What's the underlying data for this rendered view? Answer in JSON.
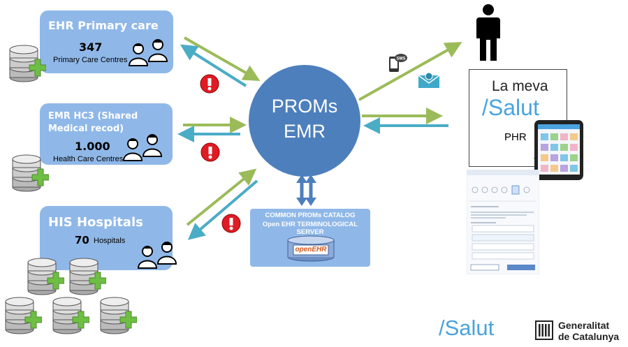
{
  "ehr_primary": {
    "title": "EHR Primary care",
    "count": "347",
    "subtitle": "Primary Care Centres"
  },
  "emr_hc3": {
    "title_line1": "EMR HC3 (Shared",
    "title_line2": "Medical recod)",
    "count": "1.000",
    "subtitle": "Health Care Centres"
  },
  "his": {
    "title": "HIS Hospitals",
    "count": "70",
    "subtitle": "Hospitals"
  },
  "center": {
    "line1": "PROMs",
    "line2": "EMR"
  },
  "catalog": {
    "line1": "COMMON PROMs CATALOG",
    "line2": "Open EHR TERMINOLOGICAL SERVER",
    "logo": "openEHR"
  },
  "phr": {
    "line1": "La meva",
    "line2": "/Salut",
    "label": "PHR",
    "dash": "_"
  },
  "sms": {
    "label": "SMS"
  },
  "footer": {
    "salut": "/Salut",
    "gen1": "Generalitat",
    "gen2": "de Catalunya"
  },
  "colors": {
    "box_blue": "#8fb8e8",
    "circle_blue": "#4d7fbd",
    "arrow_green": "#9bbb59",
    "arrow_blue": "#4bacc6",
    "alert_red": "#e01b24",
    "salut_blue": "#4aa3df"
  },
  "icons": [
    "database-icon",
    "doctors-icon",
    "alert-icon",
    "person-icon",
    "sms-phone-icon",
    "email-icon",
    "tablet-icon",
    "bidirectional-arrow-icon",
    "generalitat-logo-icon"
  ]
}
